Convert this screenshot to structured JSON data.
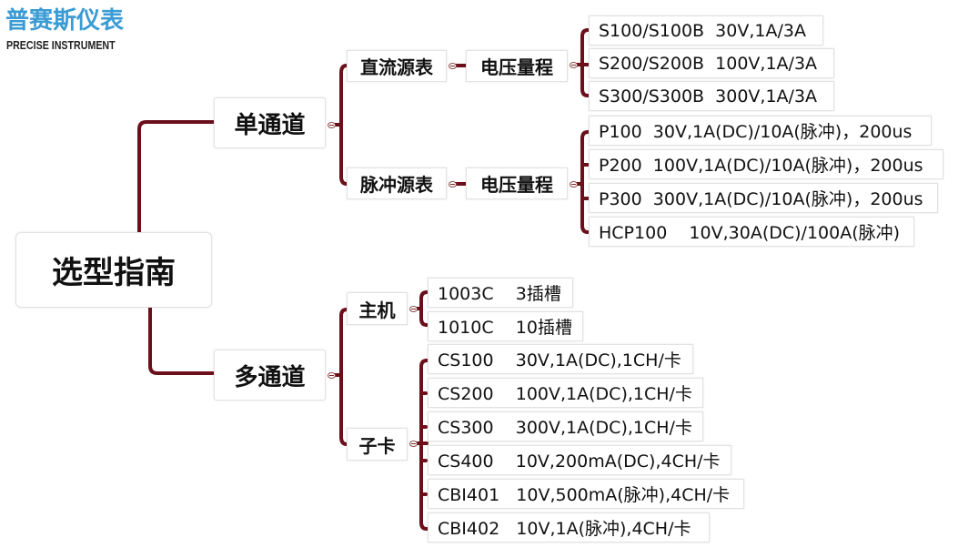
{
  "logo": {
    "cn": "普赛斯仪表",
    "en": "PRECISE INSTRUMENT",
    "color": "#3a9bd5"
  },
  "line_color": "#6b0f1a",
  "root": {
    "label": "选型指南"
  },
  "single_channel": {
    "label": "单通道",
    "dc_source": {
      "label": "直流源表",
      "range_label": "电压量程",
      "items": [
        "S100/S100B  30V,1A/3A",
        "S200/S200B  100V,1A/3A",
        "S300/S300B  300V,1A/3A"
      ]
    },
    "pulse_source": {
      "label": "脉冲源表",
      "range_label": "电压量程",
      "items": [
        "P100  30V,1A(DC)/10A(脉冲)，200us",
        "P200  100V,1A(DC)/10A(脉冲)，200us",
        "P300  300V,1A(DC)/10A(脉冲)，200us",
        "HCP100    10V,30A(DC)/100A(脉冲)"
      ]
    }
  },
  "multi_channel": {
    "label": "多通道",
    "host": {
      "label": "主机",
      "items": [
        "1003C    3插槽",
        "1010C    10插槽"
      ]
    },
    "card": {
      "label": "子卡",
      "items": [
        "CS100    30V,1A(DC),1CH/卡",
        "CS200    100V,1A(DC),1CH/卡",
        "CS300    300V,1A(DC),1CH/卡",
        "CS400    10V,200mA(DC),4CH/卡",
        "CBI401   10V,500mA(脉冲),4CH/卡",
        "CBI402   10V,1A(脉冲),4CH/卡"
      ]
    }
  }
}
